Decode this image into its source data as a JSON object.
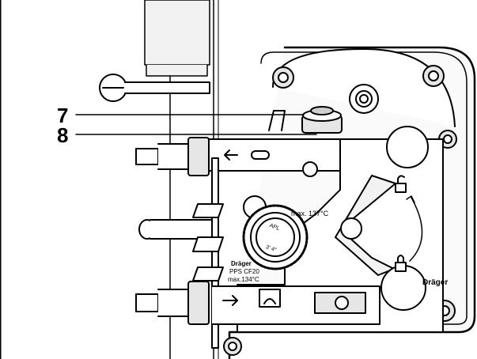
{
  "callouts": [
    {
      "number": "7"
    },
    {
      "number": "8"
    }
  ],
  "device_markings": {
    "temp_top": "max. 137°C",
    "brand_left": "Dräger",
    "model": "PPS CF20",
    "temp_left": "max.134°C",
    "brand_right": "Dräger",
    "apl_dial": "APL",
    "dial_scale": "3′ 4″"
  },
  "colors": {
    "line": "#000000",
    "shade": "#e6e6e6",
    "background": "#ffffff"
  }
}
